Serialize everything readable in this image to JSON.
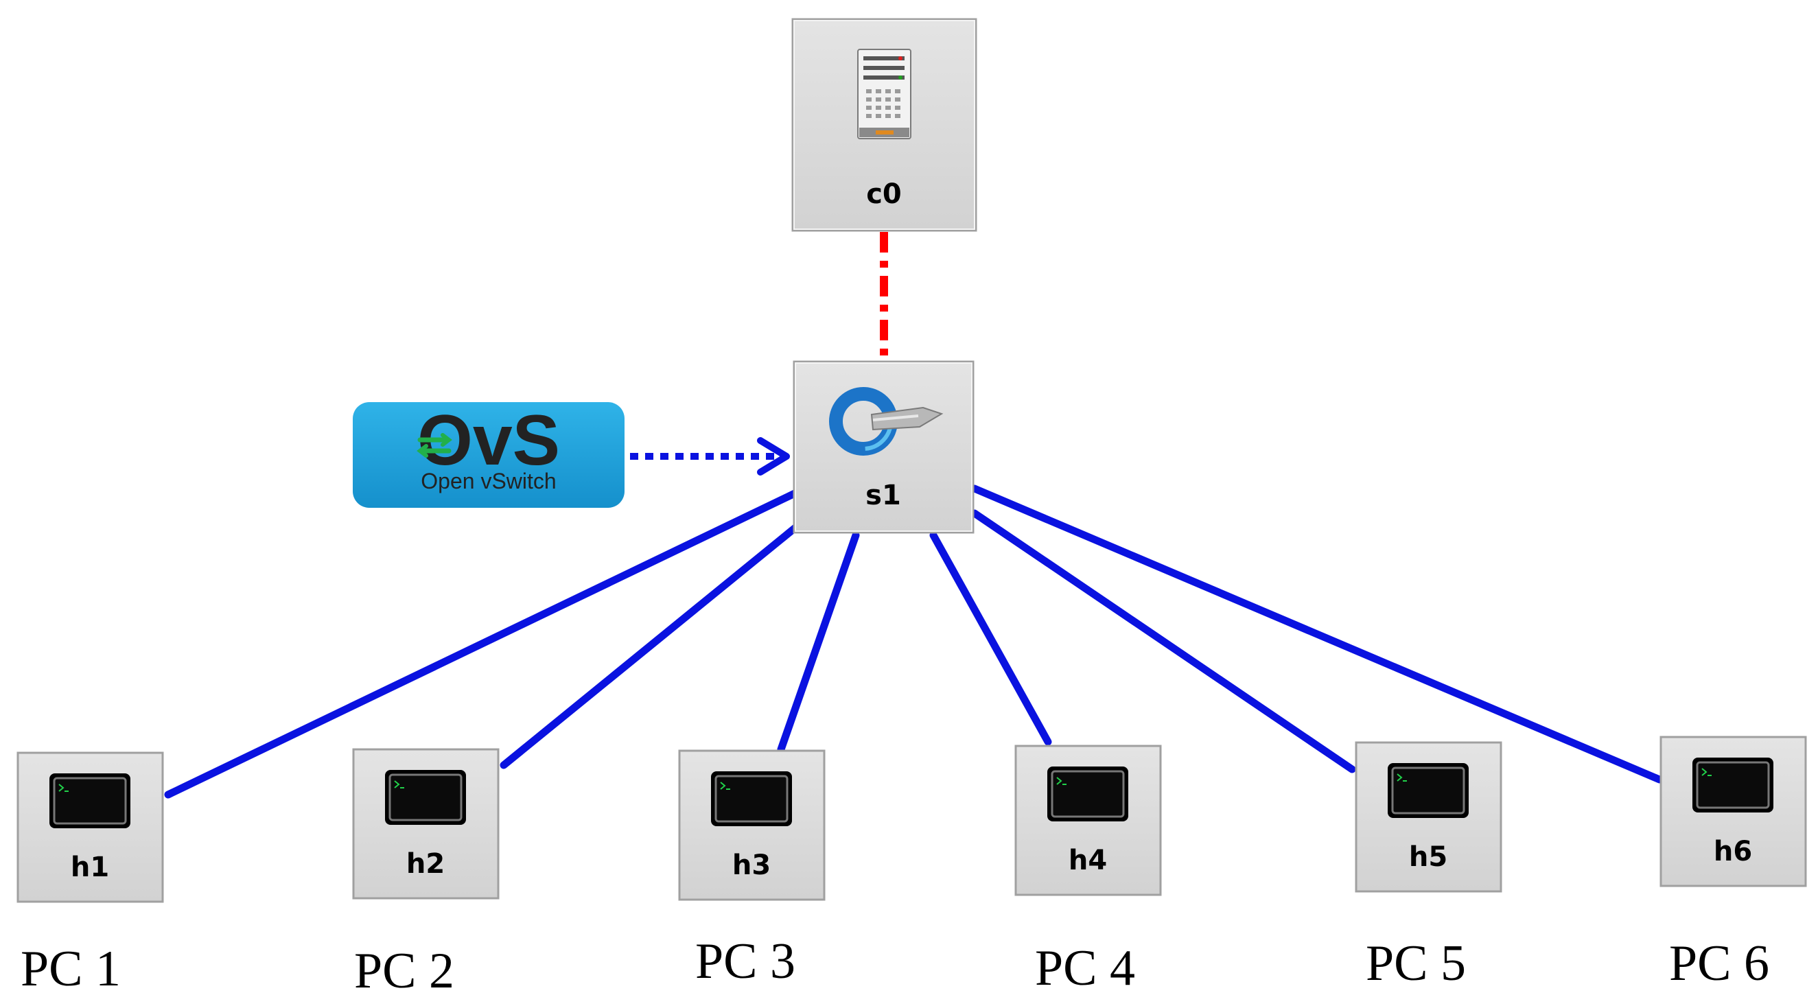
{
  "controller": {
    "label": "c0"
  },
  "switch": {
    "label": "s1"
  },
  "ovs_logo": {
    "text": "OvS",
    "caption": "Open vSwitch"
  },
  "hosts": [
    {
      "label": "h1",
      "caption": "PC 1"
    },
    {
      "label": "h2",
      "caption": "PC 2"
    },
    {
      "label": "h3",
      "caption": "PC 3"
    },
    {
      "label": "h4",
      "caption": "PC 4"
    },
    {
      "label": "h5",
      "caption": "PC 5"
    },
    {
      "label": "h6",
      "caption": "PC 6"
    }
  ],
  "colors": {
    "host_link": "#0a12e0",
    "controller_link": "#ff0000",
    "node_bg": "#d8d8d8",
    "ovs_bg": "#1ea0d8"
  }
}
